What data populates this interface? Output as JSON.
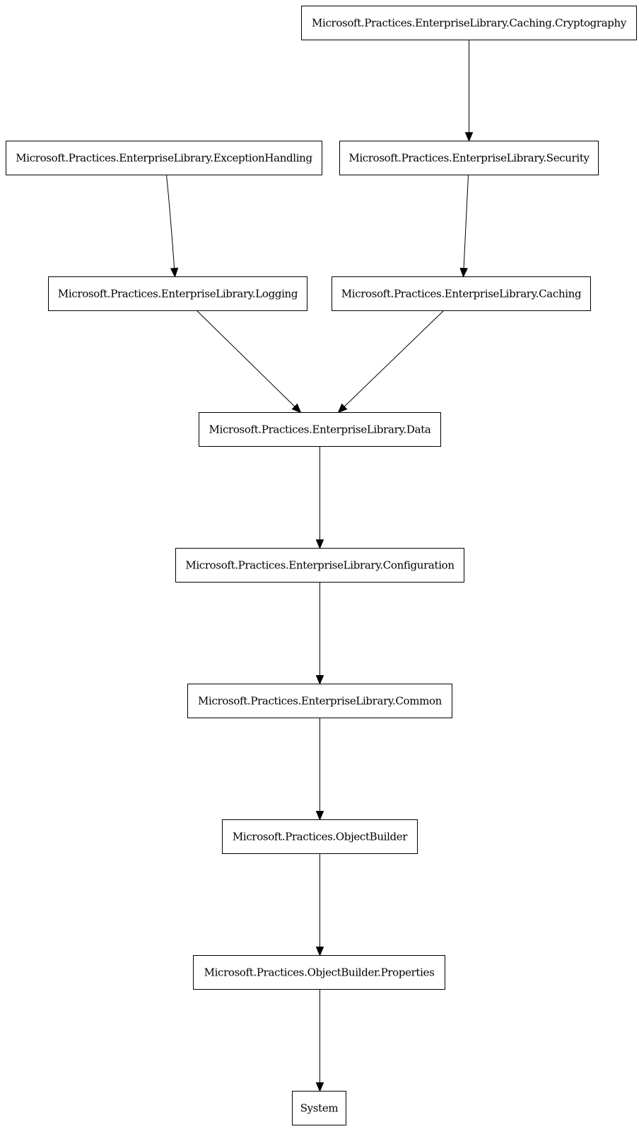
{
  "diagram": {
    "type": "dependency-graph",
    "nodes": [
      {
        "id": "caching_cryptography",
        "label": "Microsoft.Practices.EnterpriseLibrary.Caching.Cryptography"
      },
      {
        "id": "exception_handling",
        "label": "Microsoft.Practices.EnterpriseLibrary.ExceptionHandling"
      },
      {
        "id": "security",
        "label": "Microsoft.Practices.EnterpriseLibrary.Security"
      },
      {
        "id": "logging",
        "label": "Microsoft.Practices.EnterpriseLibrary.Logging"
      },
      {
        "id": "caching",
        "label": "Microsoft.Practices.EnterpriseLibrary.Caching"
      },
      {
        "id": "data",
        "label": "Microsoft.Practices.EnterpriseLibrary.Data"
      },
      {
        "id": "configuration",
        "label": "Microsoft.Practices.EnterpriseLibrary.Configuration"
      },
      {
        "id": "common",
        "label": "Microsoft.Practices.EnterpriseLibrary.Common"
      },
      {
        "id": "object_builder",
        "label": "Microsoft.Practices.ObjectBuilder"
      },
      {
        "id": "object_builder_properties",
        "label": "Microsoft.Practices.ObjectBuilder.Properties"
      },
      {
        "id": "system",
        "label": "System"
      }
    ],
    "edges": [
      {
        "from": "caching_cryptography",
        "to": "security"
      },
      {
        "from": "exception_handling",
        "to": "logging"
      },
      {
        "from": "security",
        "to": "caching"
      },
      {
        "from": "logging",
        "to": "data"
      },
      {
        "from": "caching",
        "to": "data"
      },
      {
        "from": "data",
        "to": "configuration"
      },
      {
        "from": "configuration",
        "to": "common"
      },
      {
        "from": "common",
        "to": "object_builder"
      },
      {
        "from": "object_builder",
        "to": "object_builder_properties"
      },
      {
        "from": "object_builder_properties",
        "to": "system"
      }
    ]
  }
}
